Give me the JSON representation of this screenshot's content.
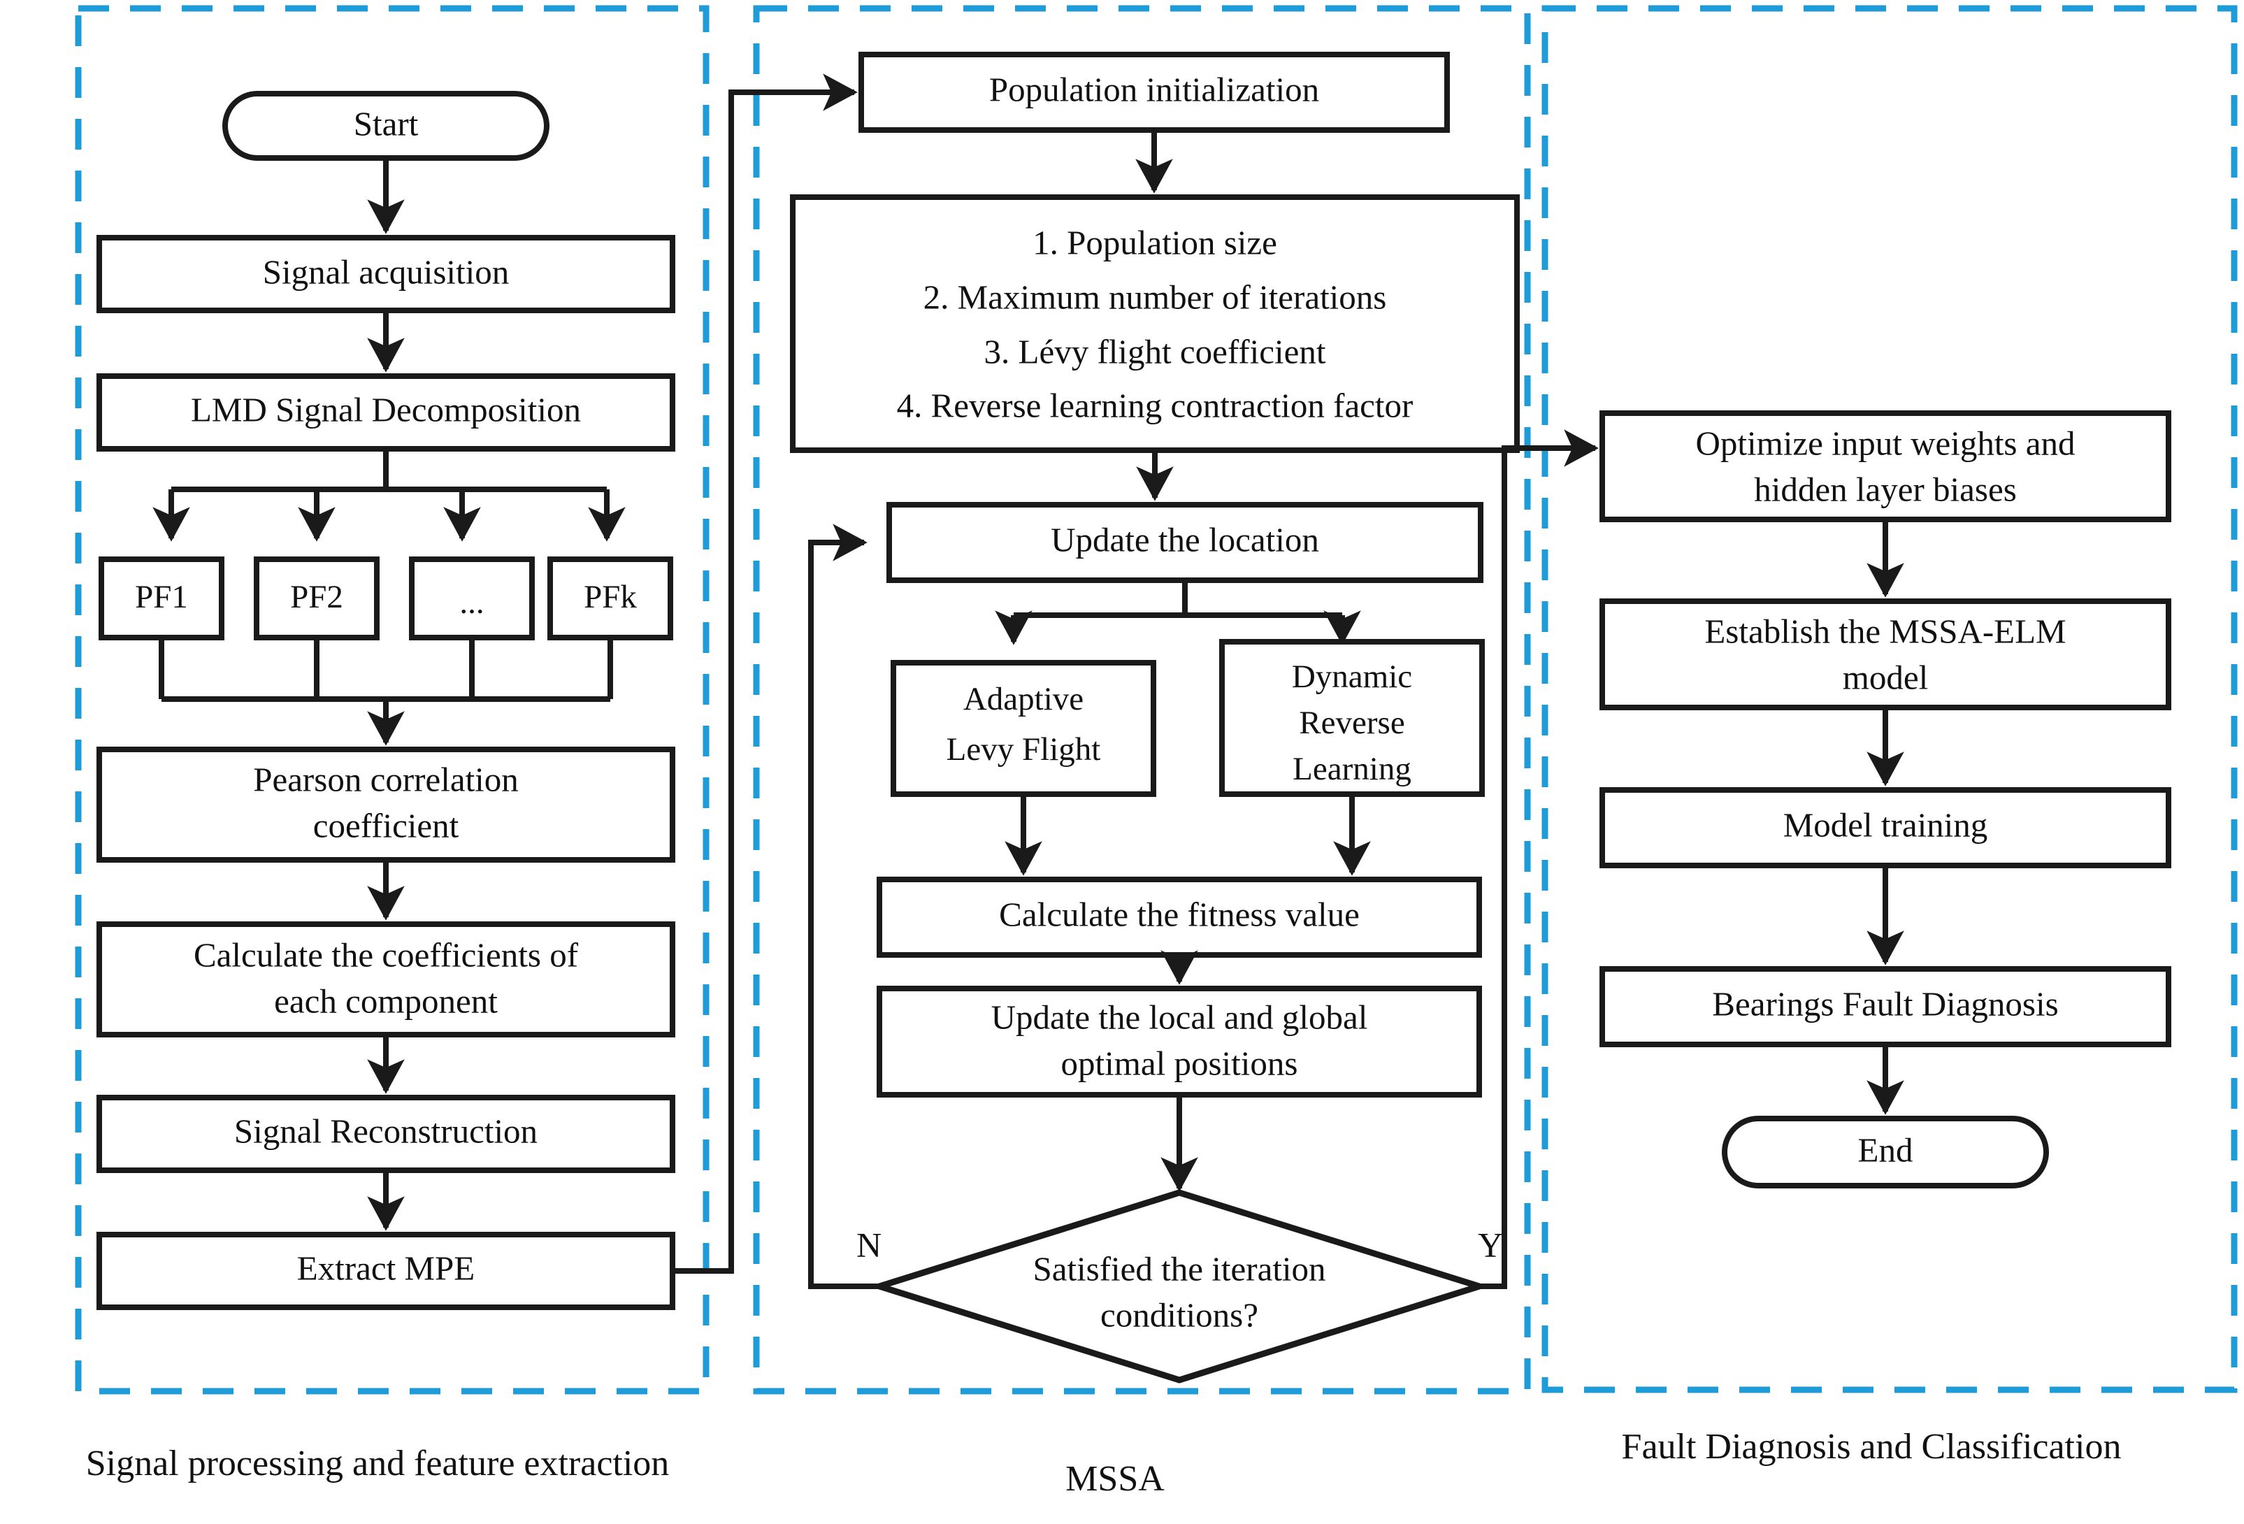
{
  "diagram": {
    "title": "Bearing fault diagnosis flowchart (LMD + MSSA-ELM)",
    "accent_color": "#1F9BD8",
    "line_color": "#1a1a1a",
    "background": "#ffffff"
  },
  "panels": [
    {
      "id": "left",
      "caption": "Signal processing and feature extraction"
    },
    {
      "id": "middle",
      "caption": "MSSA"
    },
    {
      "id": "right",
      "caption": "Fault Diagnosis and Classification"
    }
  ],
  "left_column": {
    "start": "Start",
    "signal_acquisition": "Signal acquisition",
    "lmd": "LMD Signal Decomposition",
    "pf": [
      "PF1",
      "PF2",
      "...",
      "PFk"
    ],
    "pearson_line1": "Pearson correlation",
    "pearson_line2": "coefficient",
    "coeffs_line1": "Calculate the coefficients of",
    "coeffs_line2": "each component",
    "reconstruction": "Signal Reconstruction",
    "extract_mpe": "Extract MPE"
  },
  "middle_column": {
    "population_init": "Population initialization",
    "params": [
      "1. Population size",
      "2. Maximum number of iterations",
      "3. Lévy flight coefficient",
      "4. Reverse learning contraction factor"
    ],
    "update_location": "Update the location",
    "adaptive_levy_line1": "Adaptive",
    "adaptive_levy_line2": "Levy Flight",
    "dynamic_reverse_line1": "Dynamic",
    "dynamic_reverse_line2": "Reverse",
    "dynamic_reverse_line3": "Learning",
    "fitness": "Calculate the fitness value",
    "update_best_line1": "Update the local and global",
    "update_best_line2": "optimal positions",
    "decision_line1": "Satisfied the iteration",
    "decision_line2": "conditions?",
    "branch_no": "N",
    "branch_yes": "Y"
  },
  "right_column": {
    "optimize_line1": "Optimize input weights and",
    "optimize_line2": "hidden layer biases",
    "establish_line1": "Establish the MSSA-ELM",
    "establish_line2": "model",
    "model_training": "Model training",
    "bearings_fault": "Bearings Fault Diagnosis",
    "end": "End"
  }
}
